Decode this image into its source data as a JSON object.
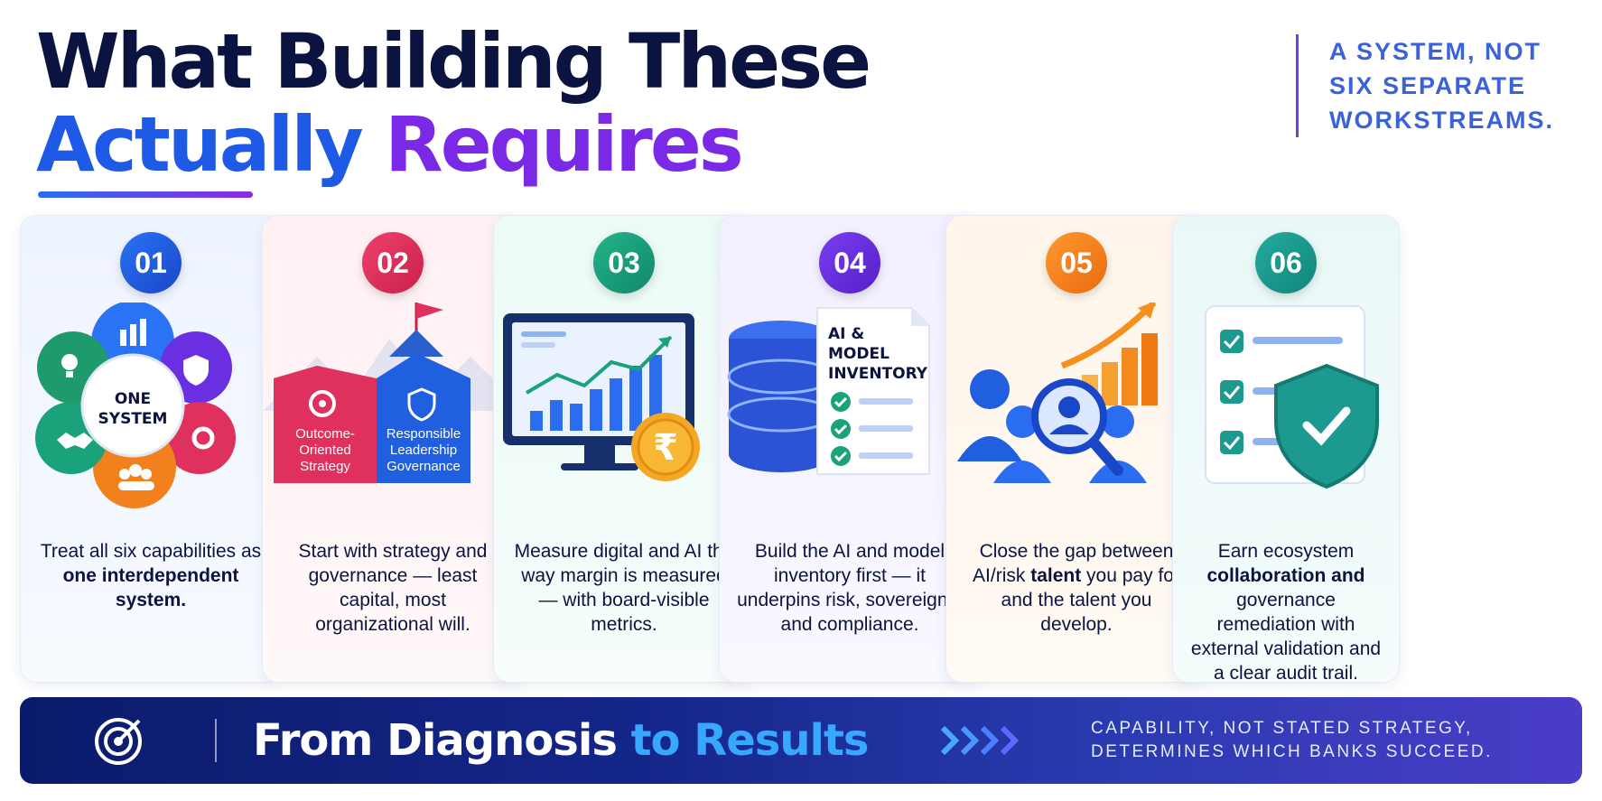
{
  "header": {
    "title_line1": "What Building These",
    "title_line2_a": "Actually ",
    "title_line2_b": "Requires",
    "tagline": [
      "A SYSTEM, NOT",
      "SIX SEPARATE",
      "WORKSTREAMS."
    ]
  },
  "colors": {
    "navy": "#0b1340",
    "blue": "#1e5ae6",
    "purple": "#7a2ae6",
    "step01": "#1f5fe0",
    "step02": "#e0305e",
    "step03": "#1aa37a",
    "step04": "#6a2fe0",
    "step05": "#f2801c",
    "step06": "#1d9a8f"
  },
  "cards": [
    {
      "num": "01",
      "hub_label": "ONE SYSTEM",
      "text_plain": "Treat all six capabilities as ",
      "text_bold": "one interdependent system."
    },
    {
      "num": "02",
      "block_left": "Outcome-Oriented Strategy",
      "block_right": "Responsible Leadership Governance",
      "text_plain": "Start with strategy and governance — least capital, most organizational will."
    },
    {
      "num": "03",
      "coin_symbol": "₹",
      "text_plain": "Measure digital and AI the way margin is measured — with board-visible metrics."
    },
    {
      "num": "04",
      "doc_title": "AI & MODEL INVENTORY",
      "text_plain": "Build the AI and model inventory first — it underpins risk, sovereignty and compliance."
    },
    {
      "num": "05",
      "text_plain_a": "Close the gap between AI/risk ",
      "text_bold": "talent",
      "text_plain_b": " you pay for and the talent you develop."
    },
    {
      "num": "06",
      "text_plain_a": "Earn ecosystem ",
      "text_bold": "collaboration and",
      "text_plain_b": " governance remediation with external validation and a clear audit trail."
    }
  ],
  "banner": {
    "title_a": "From Diagnosis ",
    "title_b": "to Results",
    "sub": [
      "CAPABILITY, NOT STATED STRATEGY,",
      "DETERMINES WHICH BANKS SUCCEED."
    ]
  }
}
